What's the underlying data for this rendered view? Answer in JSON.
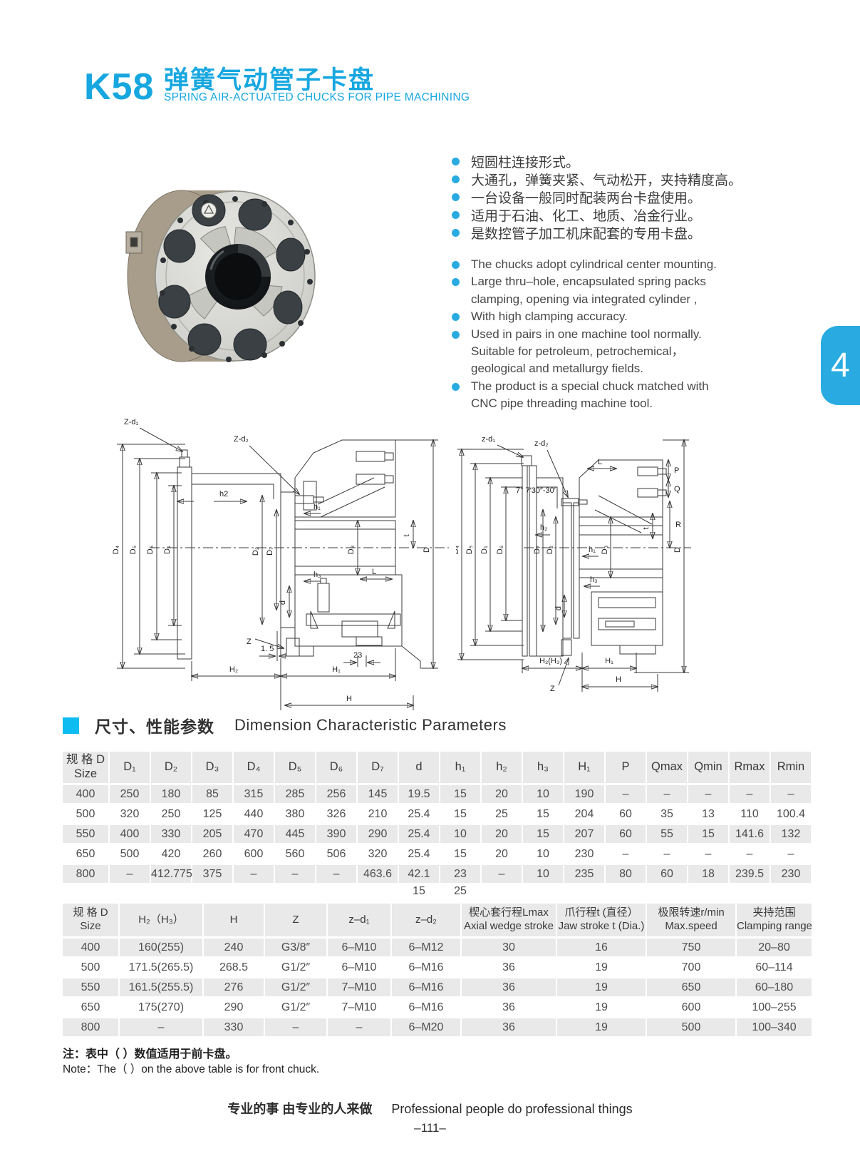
{
  "accent_color": "#17a7e0",
  "tab_color": "#29abe2",
  "square_color": "#0dbcf0",
  "header": {
    "model": "K58",
    "title_zh": "弹簧气动管子卡盘",
    "title_en": "SPRING AIR-ACTUATED CHUCKS FOR PIPE MACHINING"
  },
  "side_tab": "4",
  "bullets_zh": [
    "短圆柱连接形式。",
    "大通孔，弹簧夹紧、气动松开，夹持精度高。",
    "一台设备一般同时配装两台卡盘使用。",
    "适用于石油、化工、地质、冶金行业。",
    "是数控管子加工机床配套的专用卡盘。"
  ],
  "bullets_en": [
    {
      "lines": [
        "The chucks adopt cylindrical center mounting."
      ]
    },
    {
      "lines": [
        "Large thru–hole, encapsulated spring packs",
        "clamping, opening via integrated cylinder ,"
      ]
    },
    {
      "lines": [
        "With high clamping accuracy."
      ]
    },
    {
      "lines": [
        "Used in pairs in one machine tool normally.",
        "Suitable for petroleum, petrochemical，",
        "geological and metallurgy fields."
      ]
    },
    {
      "lines": [
        "The product is a special chuck matched with",
        "CNC pipe threading machine tool."
      ]
    }
  ],
  "section": {
    "title_zh": "尺寸、性能参数",
    "title_en": "Dimension Characteristic Parameters"
  },
  "table1": {
    "headers": [
      {
        "l1": "规 格 D",
        "l2": "Size"
      },
      {
        "l1": "D₁"
      },
      {
        "l1": "D₂"
      },
      {
        "l1": "D₃"
      },
      {
        "l1": "D₄"
      },
      {
        "l1": "D₅"
      },
      {
        "l1": "D₆"
      },
      {
        "l1": "D₇"
      },
      {
        "l1": "d"
      },
      {
        "l1": "h₁"
      },
      {
        "l1": "h₂"
      },
      {
        "l1": "h₃"
      },
      {
        "l1": "H₁"
      },
      {
        "l1": "P"
      },
      {
        "l1": "Qmax"
      },
      {
        "l1": "Qmin"
      },
      {
        "l1": "Rmax"
      },
      {
        "l1": "Rmin"
      }
    ],
    "rows": [
      [
        "400",
        "250",
        "180",
        "85",
        "315",
        "285",
        "256",
        "145",
        "19.5",
        "15",
        "20",
        "10",
        "190",
        "–",
        "–",
        "–",
        "–",
        "–"
      ],
      [
        "500",
        "320",
        "250",
        "125",
        "440",
        "380",
        "326",
        "210",
        "25.4",
        "15",
        "25",
        "15",
        "204",
        "60",
        "35",
        "13",
        "110",
        "100.4"
      ],
      [
        "550",
        "400",
        "330",
        "205",
        "470",
        "445",
        "390",
        "290",
        "25.4",
        "10",
        "20",
        "15",
        "207",
        "60",
        "55",
        "15",
        "141.6",
        "132"
      ],
      [
        "650",
        "500",
        "420",
        "260",
        "600",
        "560",
        "506",
        "320",
        "25.4",
        "15",
        "20",
        "10",
        "230",
        "–",
        "–",
        "–",
        "–",
        "–"
      ],
      [
        "800",
        "–",
        "412.775",
        "375",
        "–",
        "–",
        "–",
        "463.6",
        "42.1",
        "23",
        "–",
        "10",
        "235",
        "80",
        "60",
        "18",
        "239.5",
        "230"
      ]
    ],
    "extra_row": [
      "",
      "",
      "",
      "",
      "",
      "",
      "",
      "",
      "15",
      "25",
      "",
      "",
      "",
      "",
      "",
      "",
      "",
      ""
    ]
  },
  "table2": {
    "headers": [
      {
        "l1": "规 格 D",
        "l2": "Size"
      },
      {
        "l1": "H₂（H₃）"
      },
      {
        "l1": "H"
      },
      {
        "l1": "Z"
      },
      {
        "l1": "z–d₁"
      },
      {
        "l1": "z–d₂"
      },
      {
        "l1": "楔心套行程Lmax",
        "l2": "Axial wedge stroke"
      },
      {
        "l1": "爪行程t (直径）",
        "l2": "Jaw stroke t (Dia.)"
      },
      {
        "l1": "极限转速r/min",
        "l2": "Max.speed"
      },
      {
        "l1": "夹持范围",
        "l2": "Clamping range"
      }
    ],
    "rows": [
      [
        "400",
        "160(255)",
        "240",
        "G3/8″",
        "6–M10",
        "6–M12",
        "30",
        "16",
        "750",
        "20–80"
      ],
      [
        "500",
        "171.5(265.5)",
        "268.5",
        "G1/2″",
        "6–M10",
        "6–M16",
        "36",
        "19",
        "700",
        "60–114"
      ],
      [
        "550",
        "161.5(255.5)",
        "276",
        "G1/2″",
        "7–M10",
        "6–M16",
        "36",
        "19",
        "650",
        "60–180"
      ],
      [
        "650",
        "175(270)",
        "290",
        "G1/2″",
        "7–M10",
        "6–M16",
        "36",
        "19",
        "600",
        "100–255"
      ],
      [
        "800",
        "–",
        "330",
        "–",
        "–",
        "6–M20",
        "36",
        "19",
        "500",
        "100–340"
      ]
    ]
  },
  "note_zh": "注：表中（ ）数值适用于前卡盘。",
  "note_en": "Note：The（ ）on the above table is for front chuck.",
  "footer": {
    "slogan_zh": "专业的事  由专业的人来做",
    "slogan_en": "Professional people do professional things",
    "page": "–111–"
  },
  "drawings": {
    "left": {
      "zd1": "Z-d₁",
      "zd2": "Z-d₂",
      "h2": "h2",
      "d4": "D₄",
      "d5": "D₅",
      "d6": "D₆",
      "d1": "D₁",
      "d2": "D₂",
      "d7": "D₇",
      "d3": "D₃",
      "h1": "h₁",
      "h3": "h₃",
      "d": "d",
      "L": "L",
      "t": "t",
      "D": "D",
      "z": "Z",
      "v15": "1. 5",
      "v23": "23",
      "H2": "H₂",
      "H1": "H₁",
      "H": "H"
    },
    "right": {
      "zd1": "z-d₁",
      "zd2": "z-d₂",
      "angle": "7° 7′30″-30′",
      "h2": "h₂",
      "h1": "h₁",
      "h3": "h₃",
      "d": "d",
      "L": "L",
      "P": "P",
      "Q": "Q",
      "R": "R",
      "t": "t",
      "d4": "D₄",
      "d5": "D₅",
      "d1": "D₁",
      "d6": "D₆",
      "d7": "D₇",
      "d2": "D₂",
      "d3": "D₃",
      "D": "D",
      "z": "Z",
      "H23": "H₂(H₃)",
      "H1": "H₁",
      "H": "H"
    }
  }
}
